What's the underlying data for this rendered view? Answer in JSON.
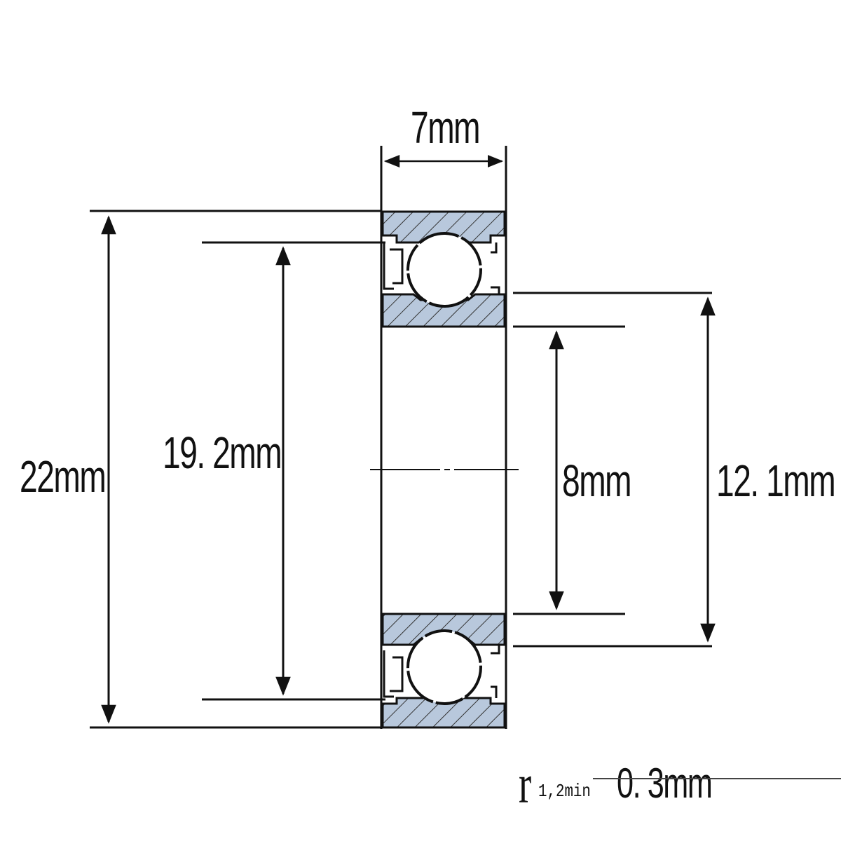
{
  "labels": {
    "width": "7mm",
    "outer_diameter": "22mm",
    "outer_shoulder_diameter": "19. 2mm",
    "bore_diameter": "8mm",
    "inner_shoulder_diameter": "12. 1mm"
  },
  "chamfer": {
    "symbol": "r",
    "subscript": "1,2min",
    "value": "0. 3mm"
  },
  "colors": {
    "section_fill": "#b8c8dc",
    "line": "#111111",
    "hatch": "#333333"
  }
}
